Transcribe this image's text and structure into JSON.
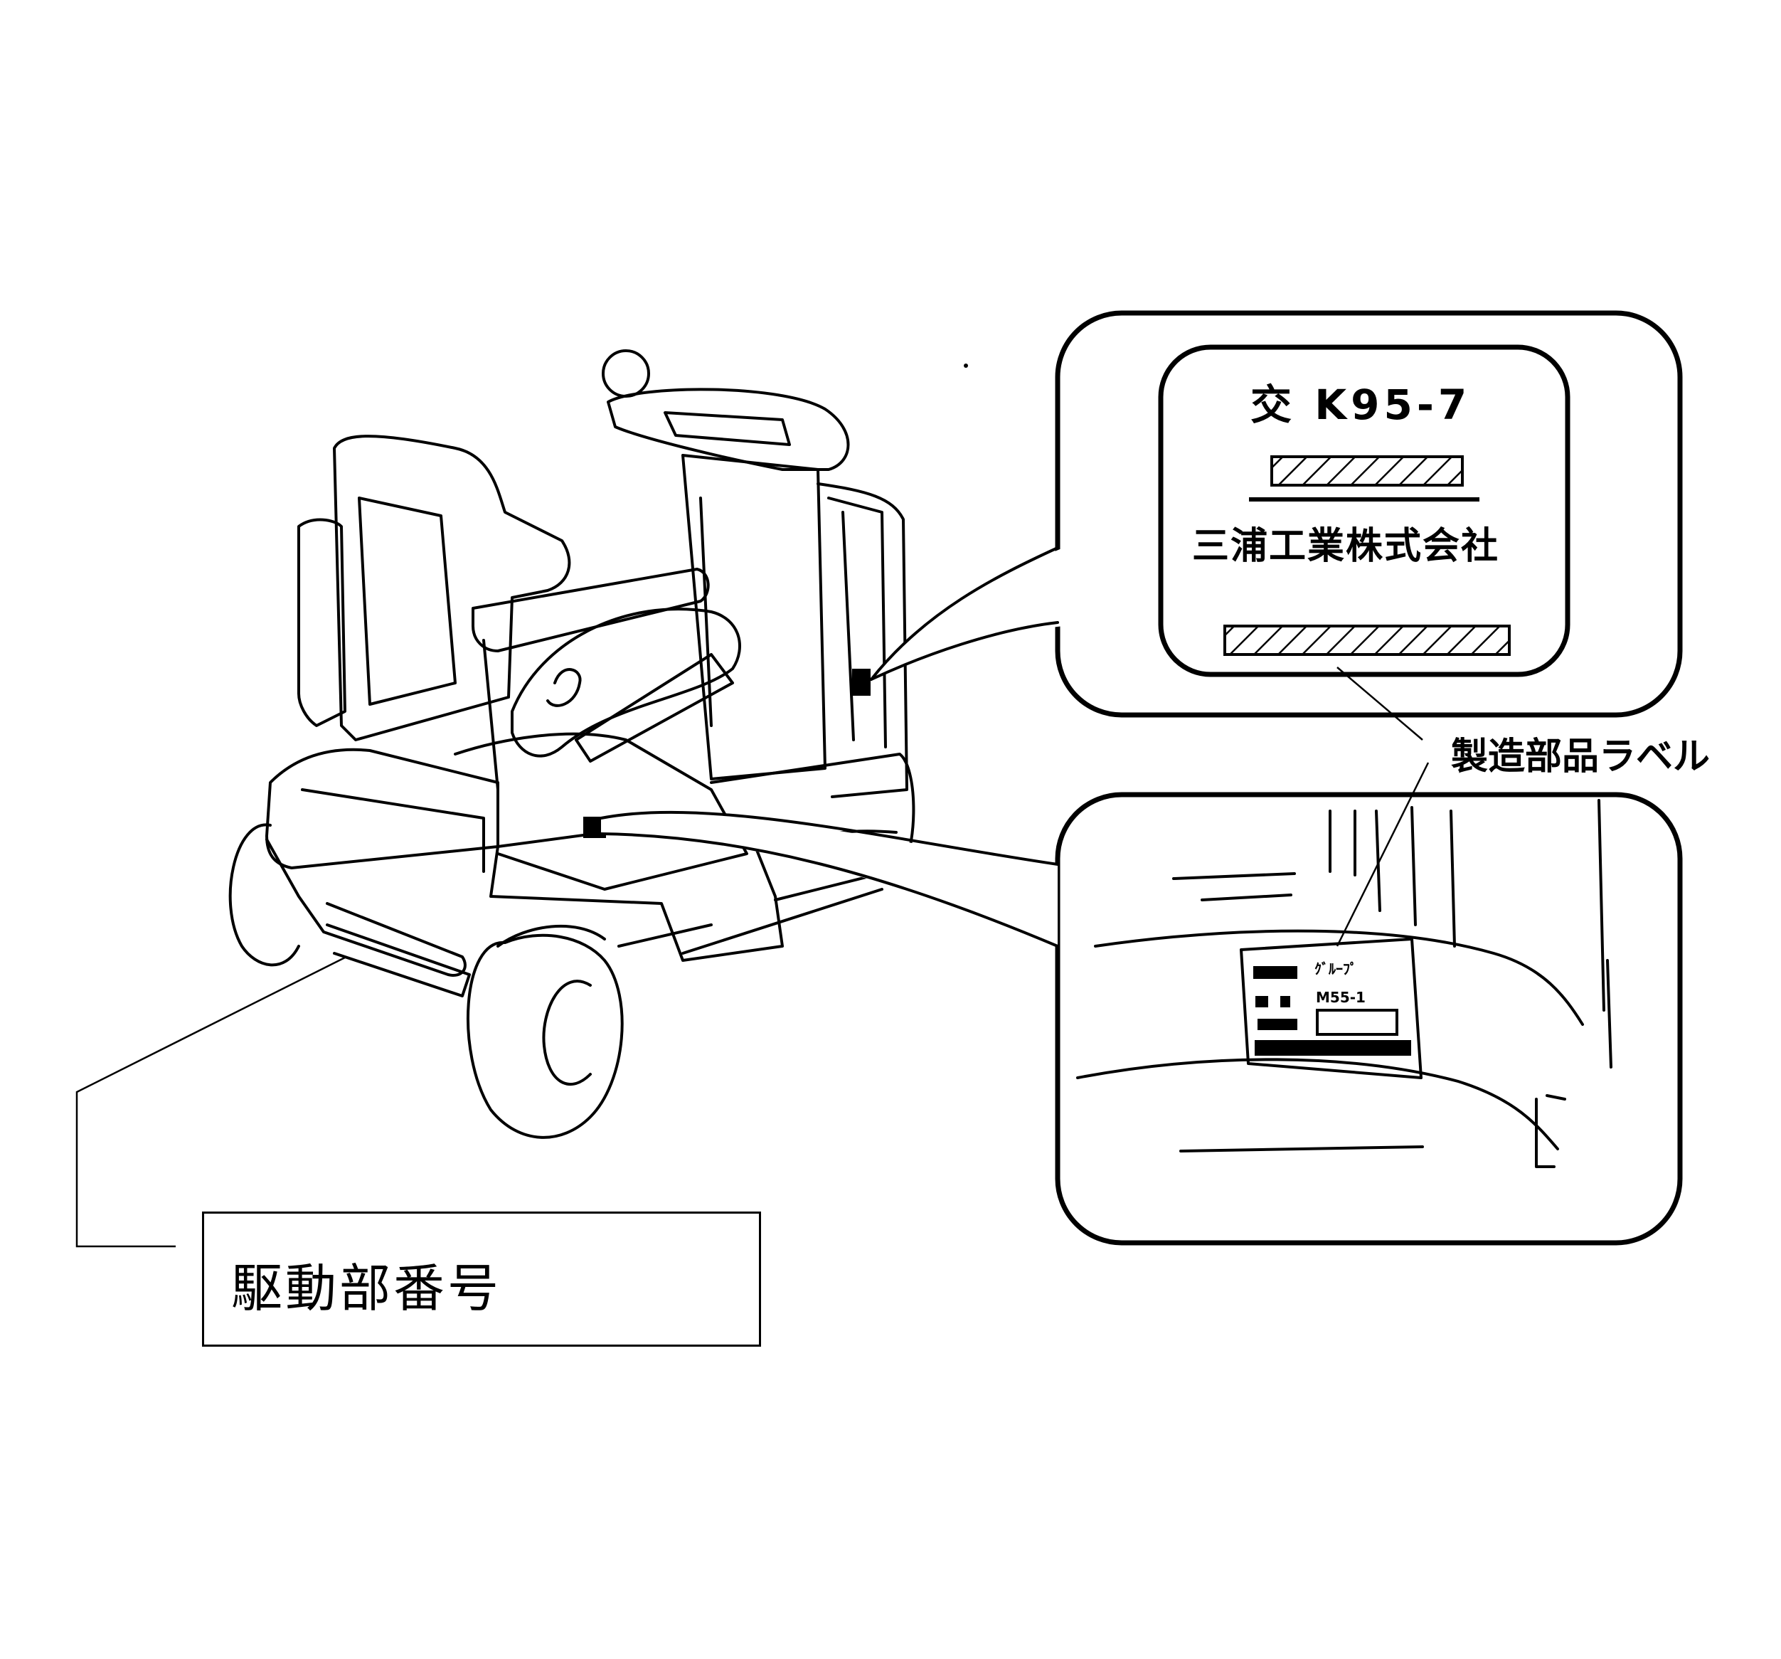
{
  "plate": {
    "model_code": "交 K95-7",
    "company": "三浦工業株式会社"
  },
  "callout": {
    "label_name": "製造部品ラベル"
  },
  "caption": {
    "text": "駆動部番号"
  },
  "label_rows": [
    "ｸﾞﾙｰﾌﾟ",
    "M55-1"
  ]
}
